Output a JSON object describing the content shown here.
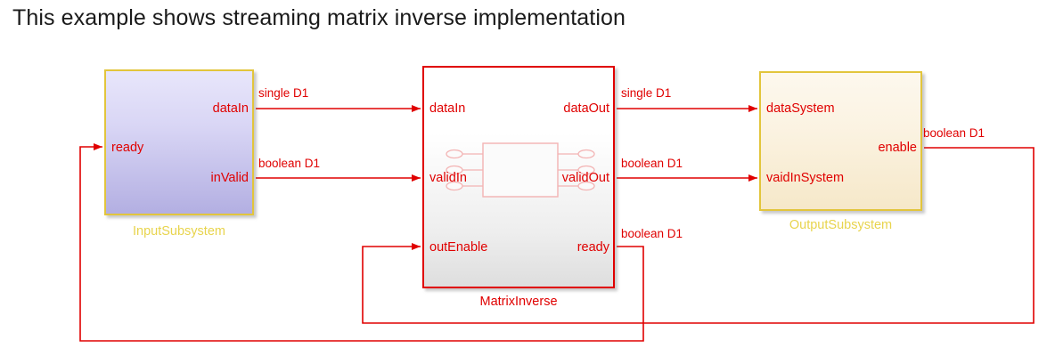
{
  "title": "This example shows streaming matrix inverse implementation",
  "colors": {
    "signal": "#e00000",
    "block_border_yellow": "#e2c53c",
    "caption_yellow": "#e8d44d",
    "matrix_border": "#e00000",
    "input_fill": "#d9d6f5",
    "output_fill": "#fbf3e2",
    "matrix_fill": "#eeeeee",
    "title_text": "#1a1a1a"
  },
  "blocks": [
    {
      "id": "input-subsystem",
      "caption": "InputSubsystem",
      "inputs": [
        {
          "name": "ready"
        }
      ],
      "outputs": [
        {
          "name": "dataIn"
        },
        {
          "name": "inValid"
        }
      ]
    },
    {
      "id": "matrix-inverse",
      "caption": "MatrixInverse",
      "inputs": [
        {
          "name": "dataIn"
        },
        {
          "name": "validIn"
        },
        {
          "name": "outEnable"
        }
      ],
      "outputs": [
        {
          "name": "dataOut"
        },
        {
          "name": "validOut"
        },
        {
          "name": "ready"
        }
      ]
    },
    {
      "id": "output-subsystem",
      "caption": "OutputSubsystem",
      "inputs": [
        {
          "name": "dataSystem"
        },
        {
          "name": "vaidInSystem"
        }
      ],
      "outputs": [
        {
          "name": "enable"
        }
      ]
    }
  ],
  "signals": [
    {
      "id": "sig-single-d1-left",
      "label": "single D1",
      "from": "InputSubsystem.dataIn",
      "to": "MatrixInverse.dataIn"
    },
    {
      "id": "sig-boolean-d1-left",
      "label": "boolean D1",
      "from": "InputSubsystem.inValid",
      "to": "MatrixInverse.validIn"
    },
    {
      "id": "sig-single-d1-right",
      "label": "single D1",
      "from": "MatrixInverse.dataOut",
      "to": "OutputSubsystem.dataSystem"
    },
    {
      "id": "sig-boolean-d1-right",
      "label": "boolean D1",
      "from": "MatrixInverse.validOut",
      "to": "OutputSubsystem.vaidInSystem"
    },
    {
      "id": "sig-boolean-d1-ready",
      "label": "boolean D1",
      "from": "MatrixInverse.ready",
      "to": "InputSubsystem.ready"
    },
    {
      "id": "sig-boolean-d1-enable",
      "label": "boolean D1",
      "from": "OutputSubsystem.enable",
      "to": "MatrixInverse.outEnable"
    }
  ]
}
